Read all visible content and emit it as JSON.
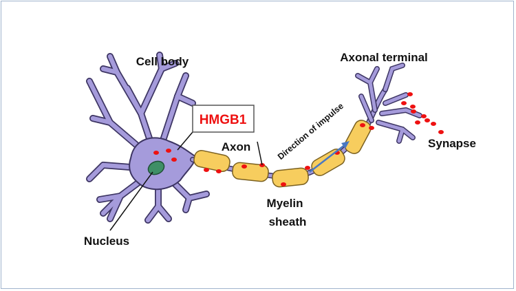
{
  "labels": {
    "cell_body": "Cell body",
    "hmgb1": "HMGB1",
    "axon": "Axon",
    "nucleus": "Nucleus",
    "myelin_line1": "Myelin",
    "myelin_line2": "sheath",
    "axonal_terminal": "Axonal terminal",
    "direction": "Direction of impulse",
    "synapse": "Synapse"
  },
  "colors": {
    "neuron_fill": "#a59bdb",
    "neuron_stroke": "#3d3563",
    "myelin_fill": "#f7cd5e",
    "myelin_stroke": "#7a6020",
    "nucleus_fill": "#3f8f66",
    "hmgb1_dot": "#ee1111",
    "hmgb1_text": "#ee1111",
    "arrow": "#4a78c2"
  }
}
